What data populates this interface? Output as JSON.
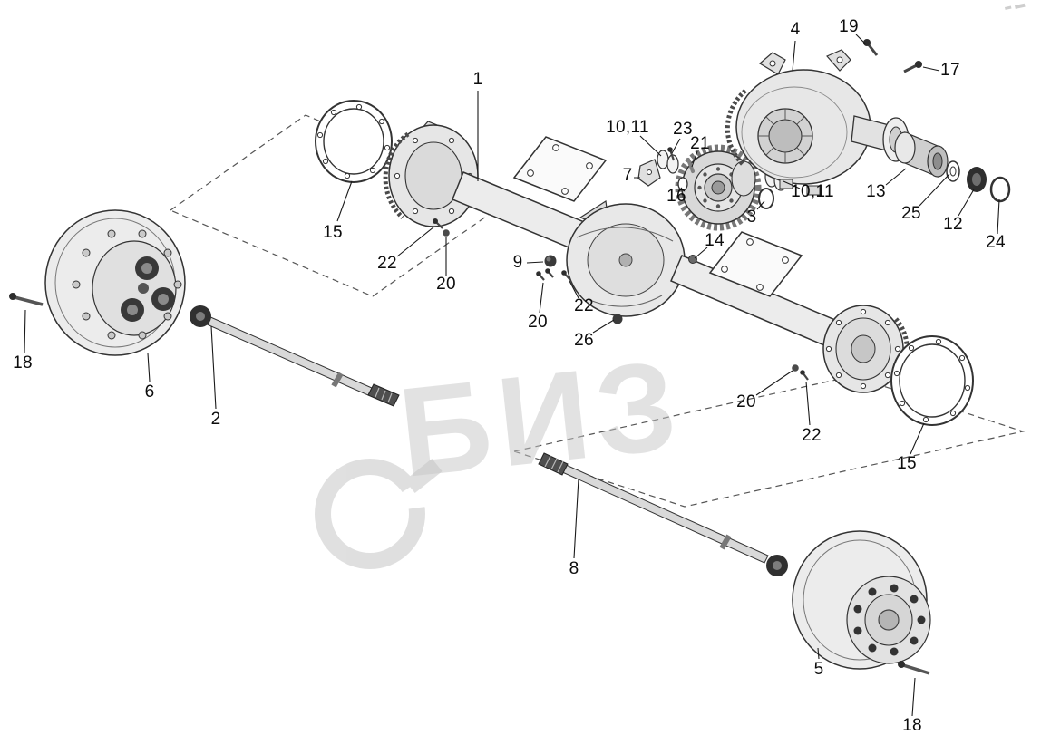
{
  "diagram_type": "exploded-parts-drawing",
  "watermark": {
    "text": "БИЗ",
    "logo": "circular-arrow-logo"
  },
  "colors": {
    "line": "#2b2b2b",
    "fill_light": "#e9e9e9",
    "fill_mid": "#d6d6d6",
    "dark_part": "#333333",
    "watermark": "#c6c6c6",
    "background": "#ffffff"
  },
  "callouts": [
    "1",
    "15",
    "4",
    "19",
    "17",
    "10,11",
    "23",
    "21",
    "7",
    "16",
    "3",
    "10,11",
    "13",
    "25",
    "12",
    "24",
    "6",
    "18",
    "2",
    "22",
    "20",
    "9",
    "20",
    "22",
    "26",
    "14",
    "20",
    "22",
    "15",
    "8",
    "5",
    "18"
  ]
}
